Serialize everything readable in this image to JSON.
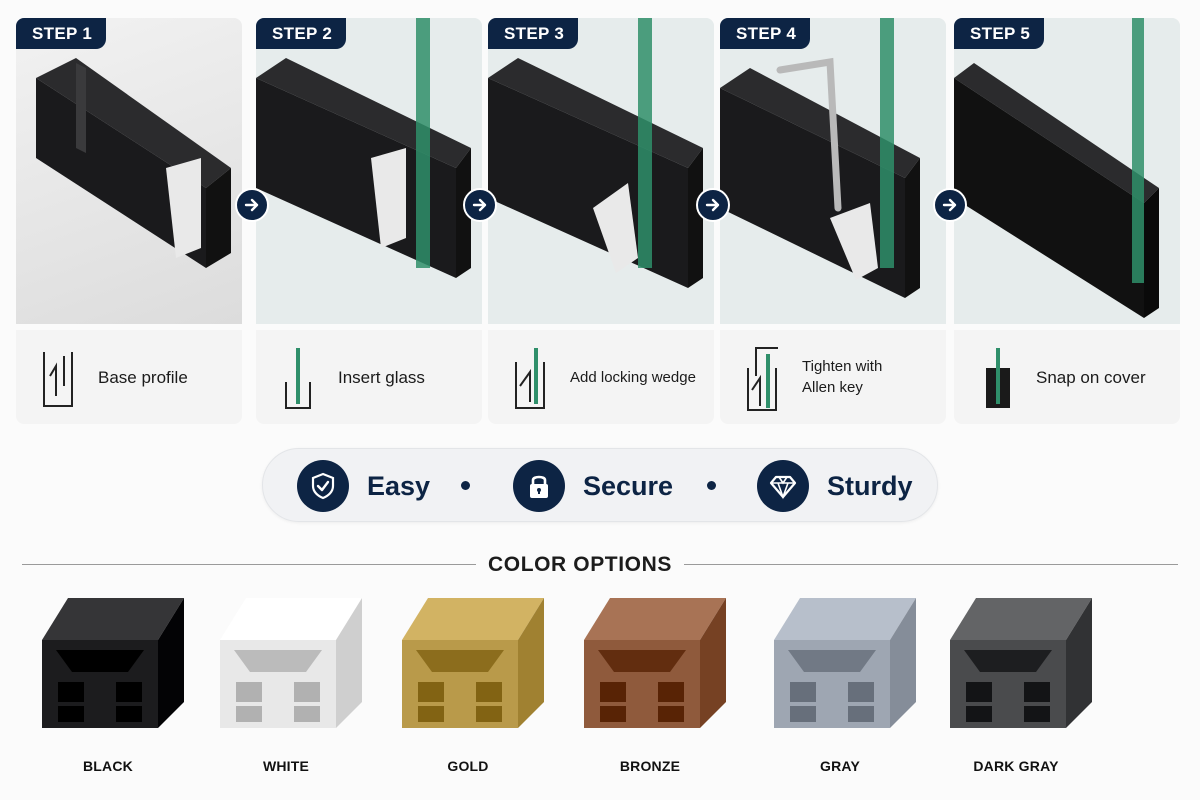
{
  "steps": [
    {
      "badge": "STEP 1",
      "label": "Base profile"
    },
    {
      "badge": "STEP 2",
      "label": "Insert glass"
    },
    {
      "badge": "STEP 3",
      "label": "Add locking wedge"
    },
    {
      "badge": "STEP 4",
      "label_line1": "Tighten with",
      "label_line2": "Allen key"
    },
    {
      "badge": "STEP 5",
      "label": "Snap on cover"
    }
  ],
  "features": [
    {
      "label": "Easy",
      "icon": "shield-check-icon"
    },
    {
      "label": "Secure",
      "icon": "padlock-icon"
    },
    {
      "label": "Sturdy",
      "icon": "diamond-icon"
    }
  ],
  "color_options": {
    "title": "COLOR OPTIONS",
    "items": [
      {
        "name": "BLACK",
        "color": "#1c1c1e"
      },
      {
        "name": "WHITE",
        "color": "#e8e8e8"
      },
      {
        "name": "GOLD",
        "color": "#b99a4a"
      },
      {
        "name": "BRONZE",
        "color": "#8f5a3c"
      },
      {
        "name": "GRAY",
        "color": "#9ea6b2"
      },
      {
        "name": "DARK GRAY",
        "color": "#4a4b4d"
      }
    ]
  },
  "colors": {
    "navy": "#0d2444",
    "glass": "#2f8f6a"
  }
}
